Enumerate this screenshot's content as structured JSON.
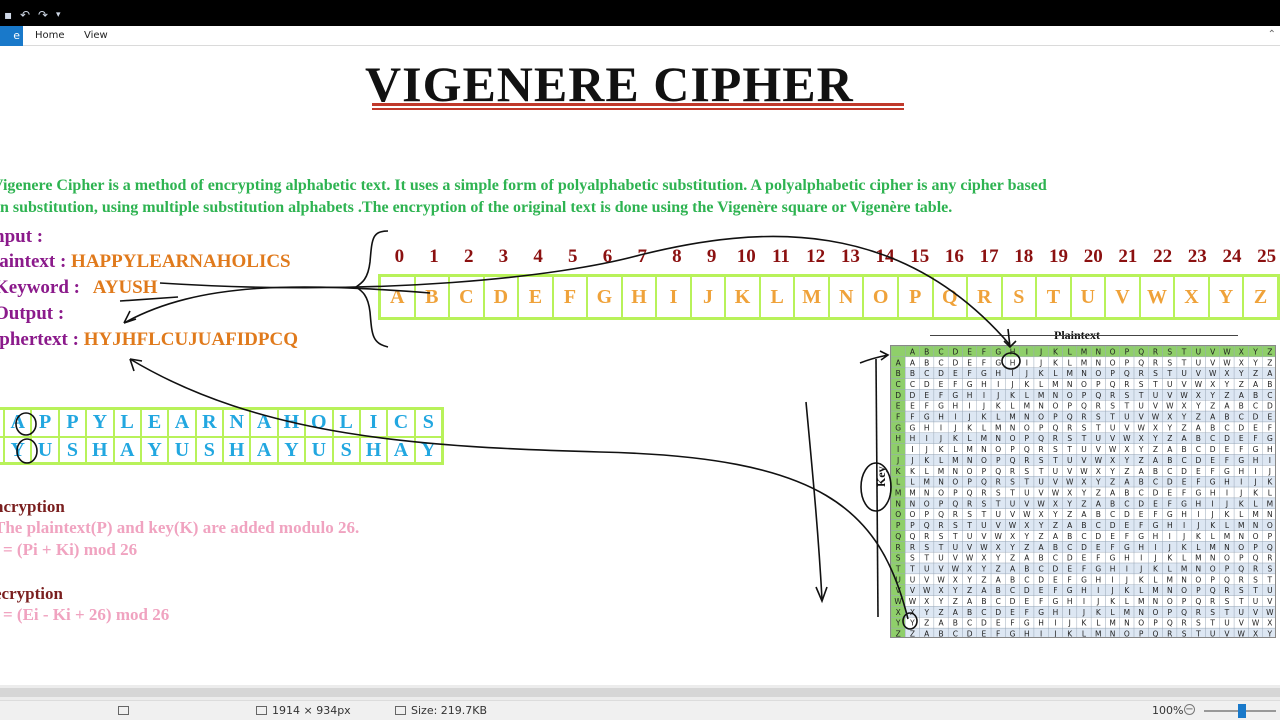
{
  "ribbon": {
    "file_label": "e",
    "tabs": [
      "Home",
      "View"
    ]
  },
  "slide": {
    "title": "VIGENERE CIPHER",
    "description": [
      "Vigenere Cipher is a method of encrypting alphabetic text. It uses a simple form of polyalphabetic substitution. A polyalphabetic cipher is any cipher based",
      "on substitution, using multiple substitution alphabets .The encryption of the original text is done using the Vigenère square or Vigenère table."
    ],
    "input_label": "nput :",
    "plaintext_label": "laintext :",
    "plaintext_value": "HAPPYLEARNAHOLICS",
    "keyword_label": "Keyword :",
    "keyword_value": "AYUSH",
    "output_label": "Output :",
    "ciphertext_label": "iphertext :",
    "ciphertext_value": "HYJHFLCUJUAFIDPCQ",
    "numbers": [
      "0",
      "1",
      "2",
      "3",
      "4",
      "5",
      "6",
      "7",
      "8",
      "9",
      "10",
      "11",
      "12",
      "13",
      "14",
      "15",
      "16",
      "17",
      "18",
      "19",
      "20",
      "21",
      "22",
      "23",
      "24",
      "25"
    ],
    "alphabet": [
      "A",
      "B",
      "C",
      "D",
      "E",
      "F",
      "G",
      "H",
      "I",
      "J",
      "K",
      "L",
      "M",
      "N",
      "O",
      "P",
      "Q",
      "R",
      "S",
      "T",
      "U",
      "V",
      "W",
      "X",
      "Y",
      "Z"
    ],
    "plain_row": [
      "A",
      "P",
      "P",
      "Y",
      "L",
      "E",
      "A",
      "R",
      "N",
      "A",
      "H",
      "O",
      "L",
      "I",
      "C",
      "S"
    ],
    "key_row": [
      "Y",
      "U",
      "S",
      "H",
      "A",
      "Y",
      "U",
      "S",
      "H",
      "A",
      "Y",
      "U",
      "S",
      "H",
      "A",
      "Y"
    ],
    "encryption_heading": "ncryption",
    "encryption_text": "The plaintext(P) and key(K) are added modulo 26.",
    "encryption_formula": "i = (Pi + Ki) mod 26",
    "decryption_heading": "ecryption",
    "decryption_formula": "i = (Ei - Ki + 26) mod 26",
    "table_heading": "Plaintext",
    "table_key_label": "Key"
  },
  "status": {
    "dimensions": "1914 × 934px",
    "size": "Size: 219.7KB",
    "zoom": "100%"
  },
  "colors": {
    "accent": "#1979ca",
    "title_rule": "#c0392b",
    "description": "#2eb351",
    "grid_border": "#b8f25a",
    "alphabet_text": "#efa23a",
    "numbers": "#8b1010"
  }
}
